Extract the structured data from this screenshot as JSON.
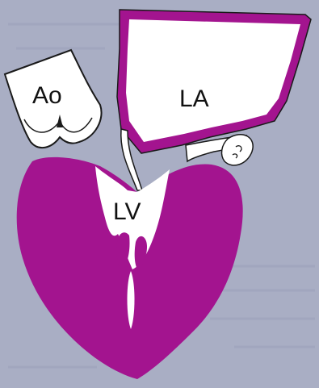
{
  "labels": {
    "aorta": "Ao",
    "left_atrium": "LA",
    "left_ventricle": "LV"
  },
  "colors": {
    "background": "#a9aec4",
    "myocardium": "#a3148f",
    "cavity": "#ffffff",
    "outline": "#1a1a1a",
    "text": "#111111"
  }
}
